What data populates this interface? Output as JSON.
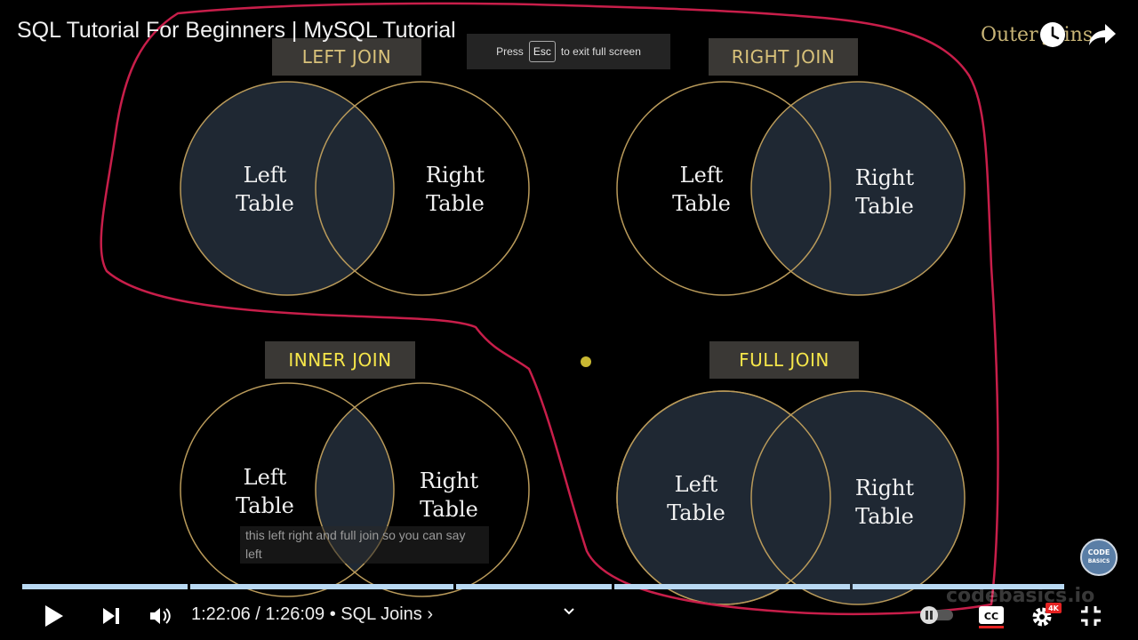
{
  "video": {
    "title": "SQL Tutorial For Beginners | MySQL Tutorial",
    "chapter_overlay": "Outer Joins",
    "caption": "this left right and full join so you can say left",
    "watermark": "codebasics.io",
    "logo_text": [
      "CODE",
      "BASICS"
    ]
  },
  "fullscreen_notice": {
    "before": "Press",
    "key": "Esc",
    "after": "to exit full screen"
  },
  "diagrams": [
    {
      "label": "LEFT JOIN",
      "left_text": [
        "Left",
        "Table"
      ],
      "right_text": [
        "Right",
        "Table"
      ],
      "shaded": "left",
      "label_color": "#d9c27a"
    },
    {
      "label": "RIGHT JOIN",
      "left_text": [
        "Left",
        "Table"
      ],
      "right_text": [
        "Right",
        "Table"
      ],
      "shaded": "right",
      "label_color": "#d9c27a"
    },
    {
      "label": "INNER JOIN",
      "left_text": [
        "Left",
        "Table"
      ],
      "right_text": [
        "Right",
        "Table"
      ],
      "shaded": "inner",
      "label_color": "#f6e64a"
    },
    {
      "label": "FULL JOIN",
      "left_text": [
        "Left",
        "Table"
      ],
      "right_text": [
        "Right",
        "Table"
      ],
      "shaded": "full",
      "label_color": "#f6e64a"
    }
  ],
  "player": {
    "current_time": "1:22:06",
    "separator": "/",
    "duration": "1:26:09",
    "chapter": "• SQL Joins ›",
    "progress_fraction": 0.953,
    "quality_badge": "4K",
    "cc_label": "CC"
  },
  "colors": {
    "circle_stroke": "#b99a5a",
    "circle_fill": "#1f2833",
    "annotation_stroke": "#c81e4a",
    "progress": "#b9d9f3"
  },
  "icons": [
    "watch-later-icon",
    "share-icon",
    "play-icon",
    "next-icon",
    "volume-icon",
    "chevron-down-icon",
    "autoplay-toggle-icon",
    "cc-icon",
    "settings-icon",
    "exit-fullscreen-icon"
  ]
}
